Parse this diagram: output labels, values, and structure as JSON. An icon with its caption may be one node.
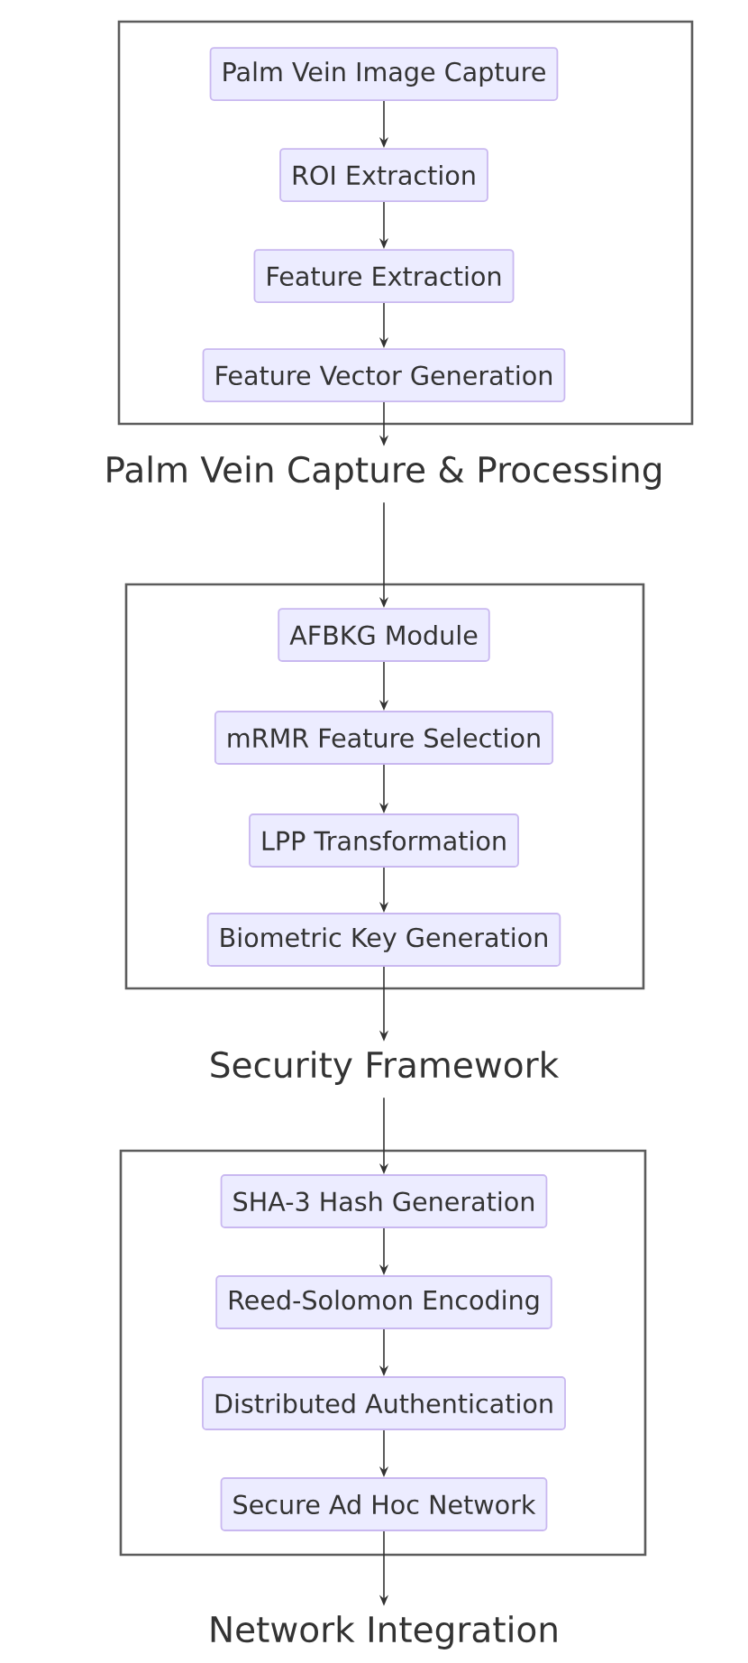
{
  "diagram": {
    "nodes": [
      {
        "text": [
          "Palm Vein Capture & Processing"
        ]
      },
      {
        "text": [
          "Palm Vein Image Capture"
        ],
        "in": 0
      },
      {
        "text": [
          "ROI Extraction"
        ],
        "in": 0
      },
      {
        "text": [
          "Feature Extraction"
        ],
        "in": 0
      },
      {
        "text": [
          "Feature Vector Generation"
        ],
        "in": 0
      },
      {
        "text": [
          "Security Framework"
        ]
      },
      {
        "text": [
          "AFBKG Module"
        ],
        "in": 5
      },
      {
        "text": [
          "mRMR Feature Selection"
        ],
        "in": 5
      },
      {
        "text": [
          "LPP Transformation"
        ],
        "in": 5
      },
      {
        "text": [
          "Biometric Key Generation"
        ],
        "in": 5
      },
      {
        "text": [
          "Network Integration"
        ]
      },
      {
        "text": [
          "SHA-3 Hash Generation"
        ],
        "in": 10
      },
      {
        "text": [
          "Reed-Solomon Encoding"
        ],
        "in": 10
      },
      {
        "text": [
          "Distributed Authentication"
        ],
        "in": 10
      },
      {
        "text": [
          "Secure Ad Hoc Network"
        ],
        "in": 10
      }
    ],
    "edges": [
      {
        "from": 1,
        "to": 2,
        "arrow": "to"
      },
      {
        "from": 2,
        "to": 3,
        "arrow": "to"
      },
      {
        "from": 3,
        "to": 4,
        "arrow": "to"
      },
      {
        "from": 4,
        "to": null,
        "arrow": "to"
      },
      {
        "from": 0,
        "to": 6,
        "arrow": "to"
      },
      {
        "from": 6,
        "to": 7,
        "arrow": "to"
      },
      {
        "from": 7,
        "to": 8,
        "arrow": "to"
      },
      {
        "from": 8,
        "to": 9,
        "arrow": "to"
      },
      {
        "from": 9,
        "to": null,
        "arrow": "to"
      },
      {
        "from": 5,
        "to": 11,
        "arrow": "to"
      },
      {
        "from": 11,
        "to": 12,
        "arrow": "to"
      },
      {
        "from": 12,
        "to": 13,
        "arrow": "to"
      },
      {
        "from": 13,
        "to": 14,
        "arrow": "to"
      },
      {
        "from": 14,
        "to": null,
        "arrow": "to"
      }
    ]
  }
}
